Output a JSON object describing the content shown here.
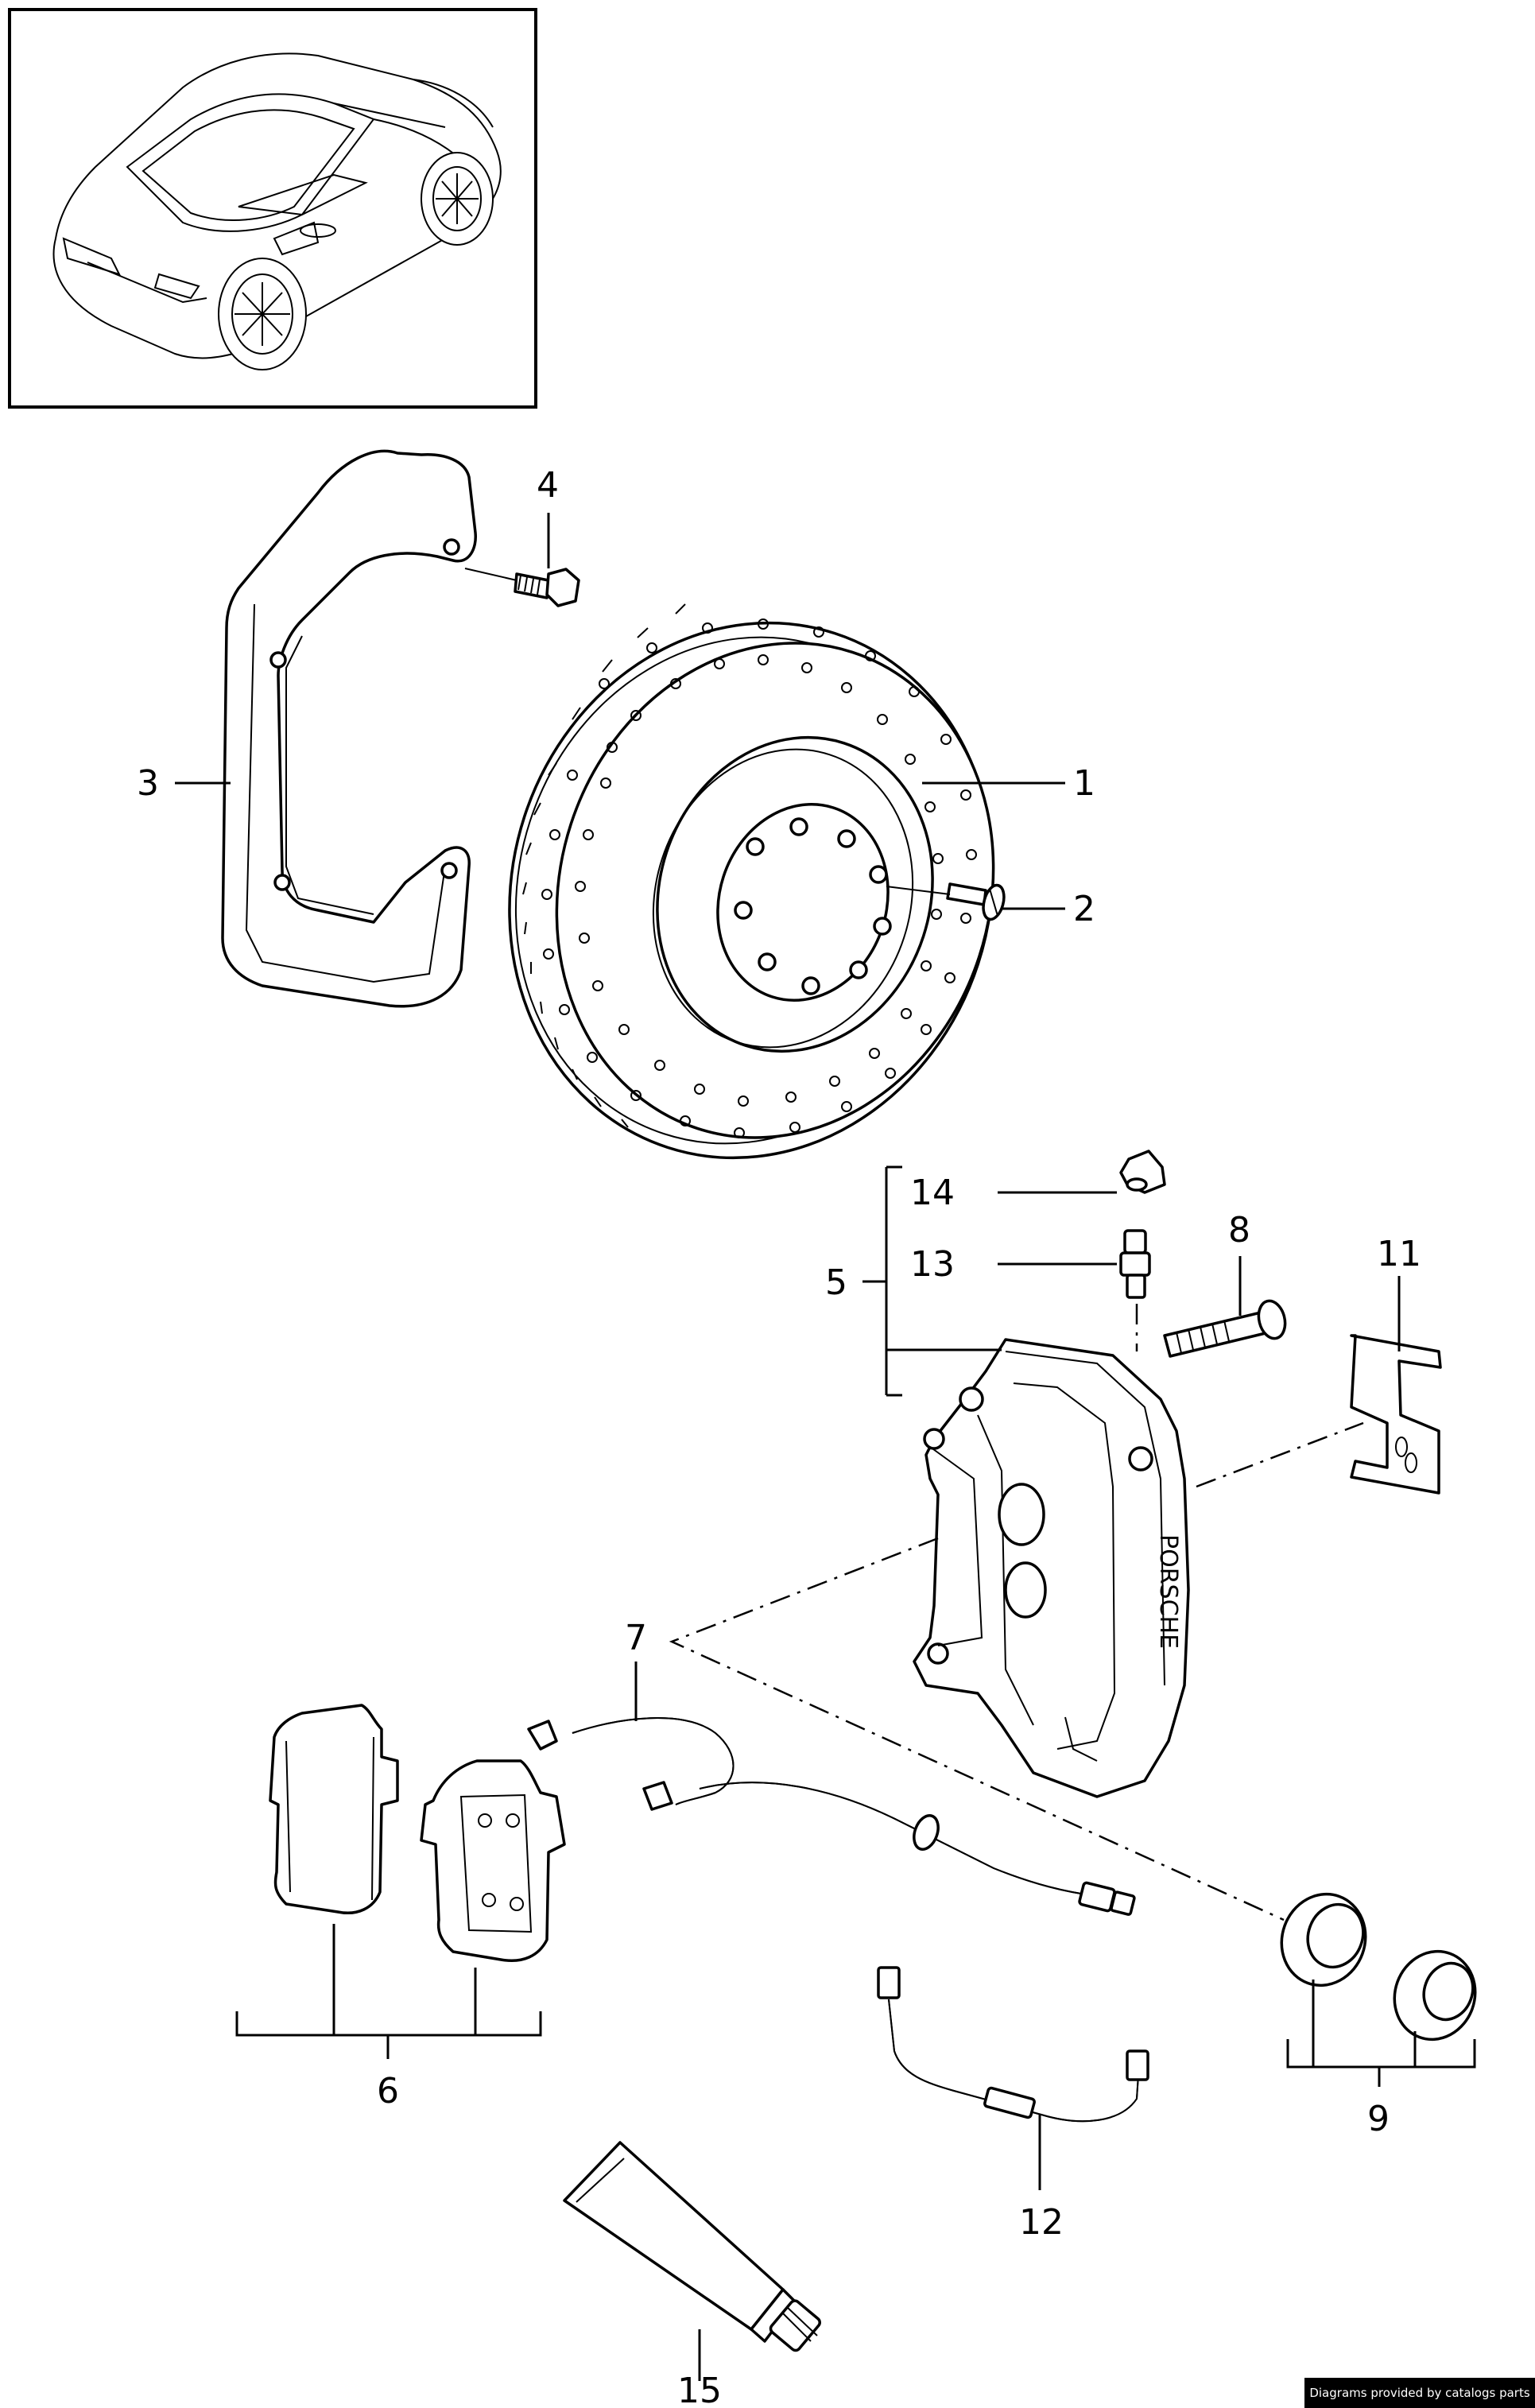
{
  "diagram": {
    "callouts": [
      "1",
      "2",
      "3",
      "4",
      "5",
      "6",
      "7",
      "8",
      "9",
      "11",
      "12",
      "13",
      "14",
      "15"
    ],
    "caliper_brand": "PORSCHE"
  },
  "footer": {
    "credit": "Diagrams provided by catalogs parts"
  }
}
